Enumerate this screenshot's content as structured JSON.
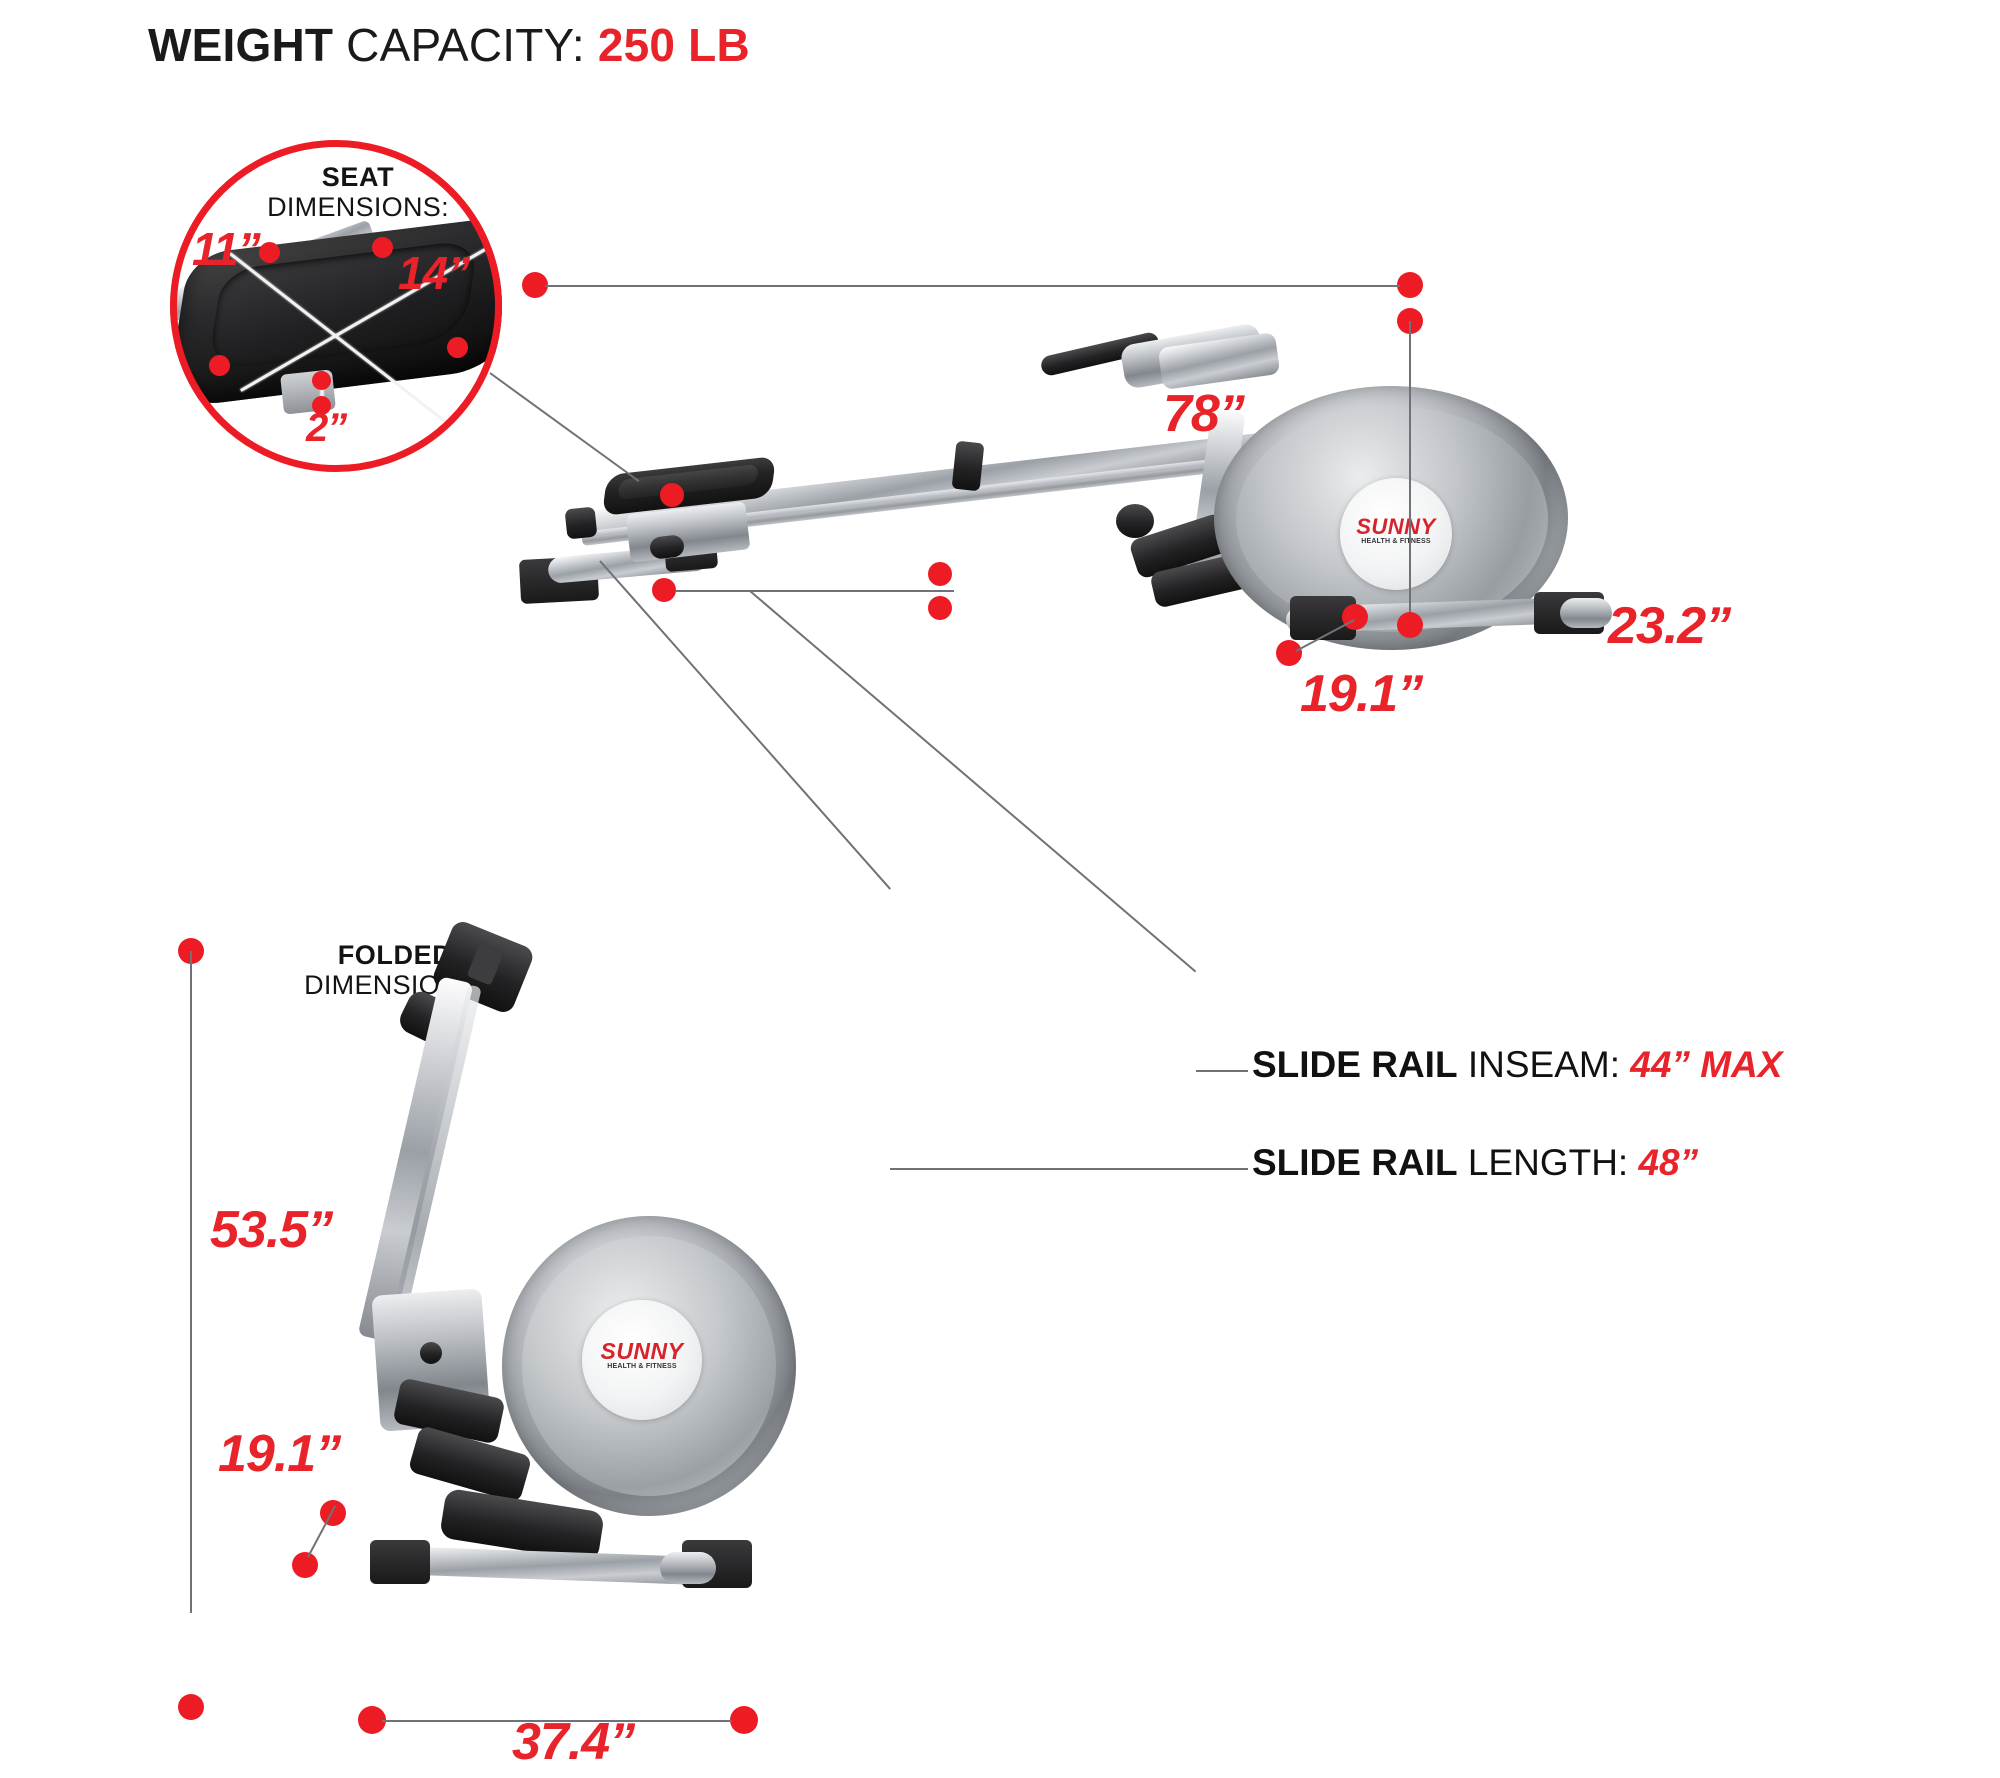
{
  "header": {
    "bold": "WEIGHT",
    "normal": " CAPACITY: ",
    "value": "250 LB"
  },
  "colors": {
    "accent_red": "#ed1c24",
    "text_black": "#141414",
    "leader_gray": "#6f7377"
  },
  "seat_callout": {
    "title_bold": "SEAT",
    "title_normal": "DIMENSIONS:",
    "width_label": "11”",
    "depth_label": "14”",
    "thickness_label": "2”"
  },
  "folded_callout": {
    "title_bold": "FOLDED",
    "title_normal": "DIMENSIONS:",
    "height_label": "53.5”",
    "depth_label": "19.1”",
    "width_label": "37.4”"
  },
  "main_dimensions": {
    "length_label": "78”",
    "height_label": "23.2”",
    "width_label": "19.1”"
  },
  "slide_rail": {
    "inseam": {
      "bold": "SLIDE RAIL",
      "normal": " INSEAM: ",
      "value": "44” MAX"
    },
    "length": {
      "bold": "SLIDE RAIL",
      "normal": " LENGTH: ",
      "value": "48”"
    }
  },
  "brand": {
    "name": "SUNNY",
    "tagline": "HEALTH & FITNESS"
  }
}
